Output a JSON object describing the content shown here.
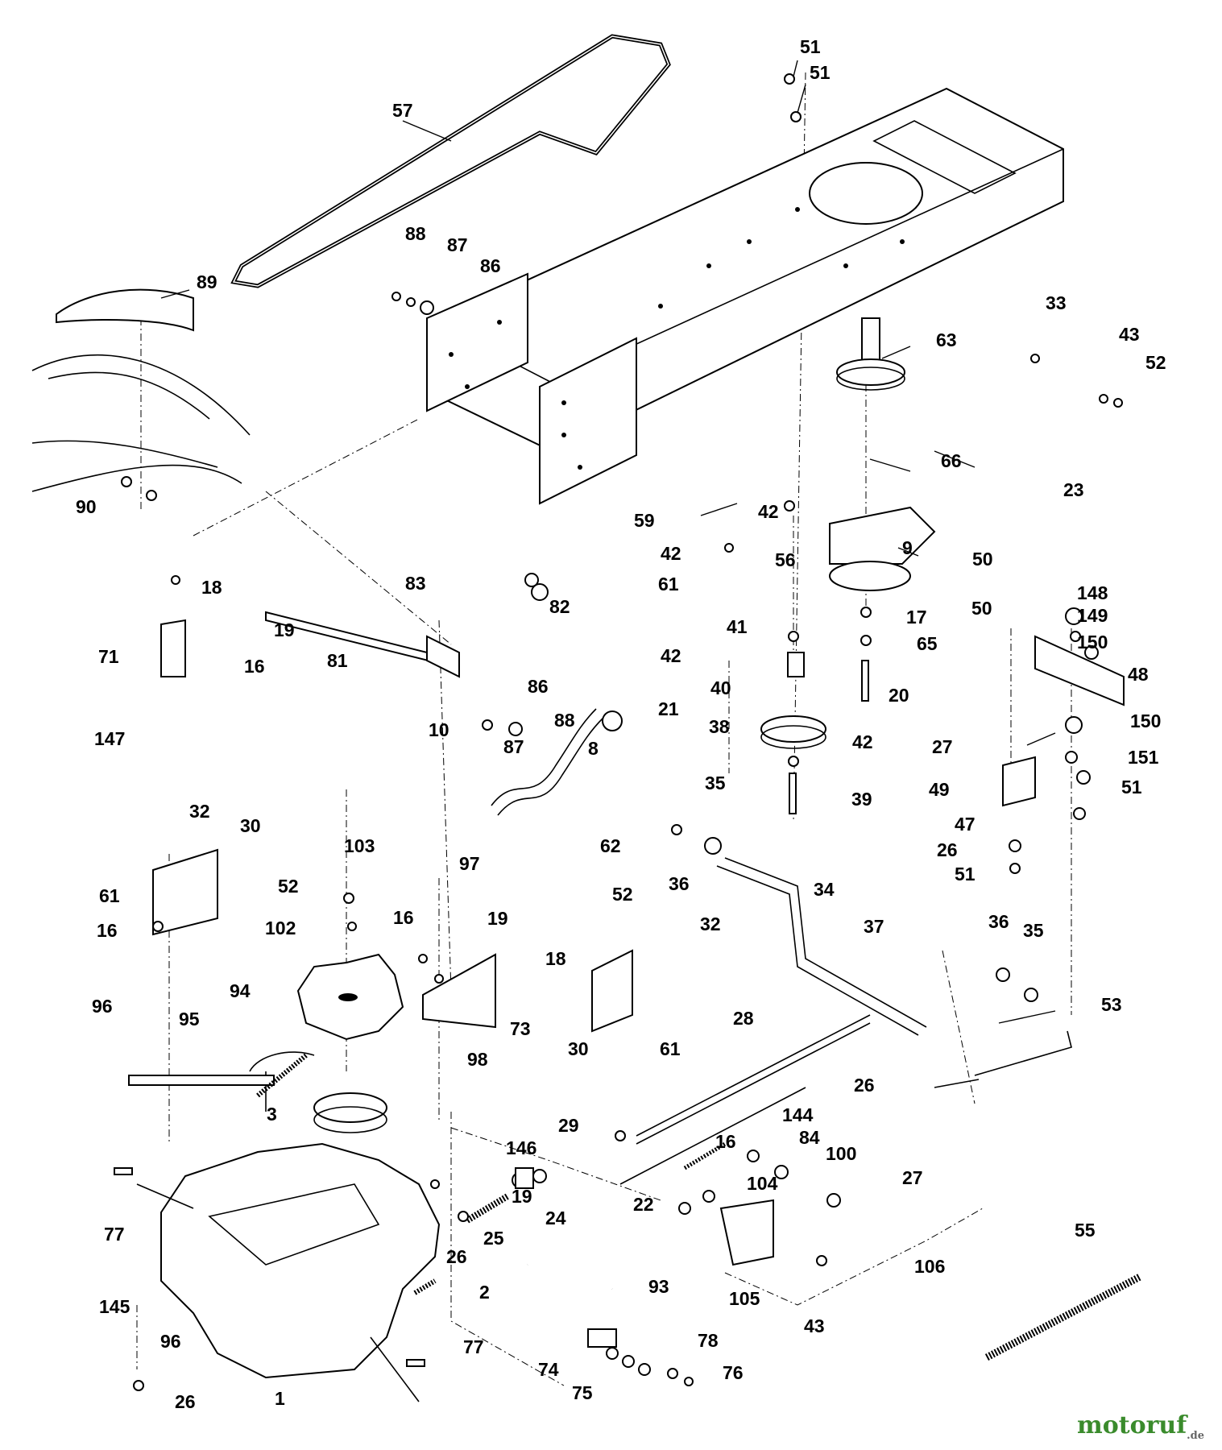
{
  "labels": [
    "51",
    "51",
    "57",
    "88",
    "87",
    "86",
    "89",
    "63",
    "33",
    "43",
    "52",
    "66",
    "23",
    "90",
    "59",
    "42",
    "9",
    "42",
    "56",
    "61",
    "18",
    "83",
    "82",
    "17",
    "41",
    "50",
    "148",
    "149",
    "50",
    "19",
    "71",
    "16",
    "65",
    "150",
    "42",
    "40",
    "81",
    "20",
    "48",
    "86",
    "21",
    "147",
    "88",
    "87",
    "38",
    "42",
    "150",
    "27",
    "10",
    "8",
    "151",
    "39",
    "49",
    "51",
    "47",
    "26",
    "32",
    "30",
    "35",
    "62",
    "52",
    "61",
    "103",
    "36",
    "51",
    "16",
    "97",
    "102",
    "34",
    "19",
    "37",
    "36",
    "35",
    "52",
    "32",
    "18",
    "94",
    "16",
    "96",
    "95",
    "73",
    "30",
    "61",
    "28",
    "53",
    "98",
    "26",
    "3",
    "144",
    "29",
    "146",
    "16",
    "84",
    "100",
    "27",
    "104",
    "22",
    "19",
    "24",
    "26",
    "25",
    "55",
    "77",
    "106",
    "93",
    "2",
    "105",
    "145",
    "43",
    "96",
    "77",
    "78",
    "74",
    "75",
    "76",
    "26",
    "1"
  ],
  "watermark": {
    "brand": "motoruf",
    "suffix": ".de"
  }
}
